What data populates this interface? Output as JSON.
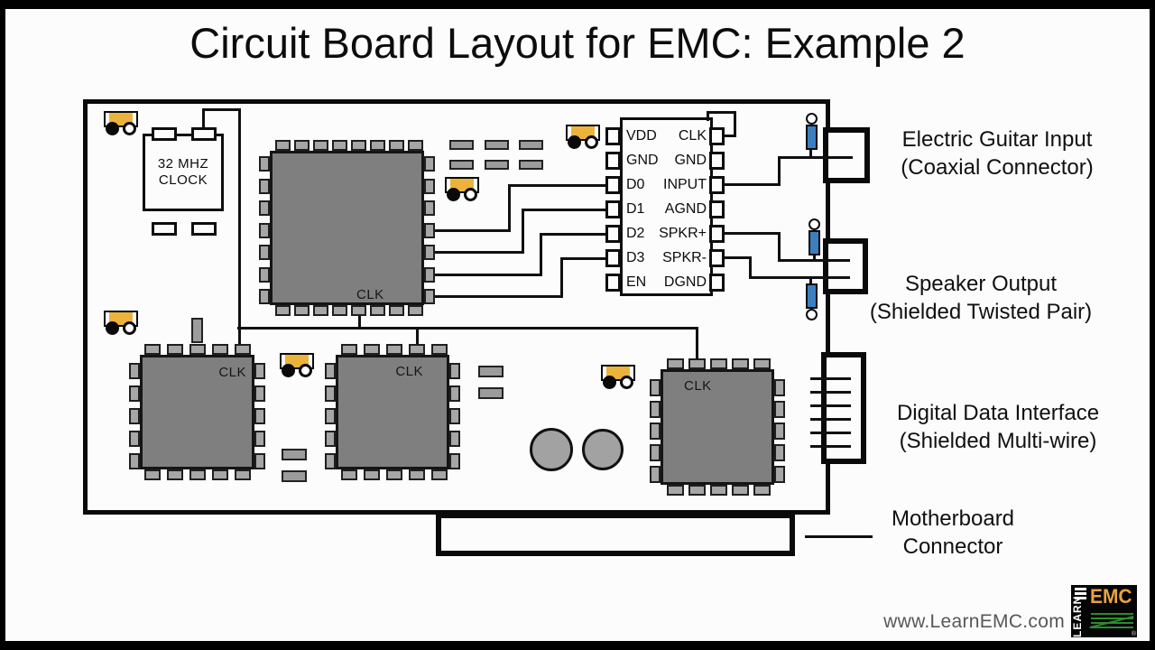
{
  "title": "Circuit Board Layout for EMC: Example 2",
  "board": {
    "clock_module": {
      "line1": "32 MHZ",
      "line2": "CLOCK"
    },
    "ic_clk_label": "CLK",
    "dsp_pins": [
      {
        "left": "VDD",
        "right": "CLK"
      },
      {
        "left": "GND",
        "right": "GND"
      },
      {
        "left": "D0",
        "right": "INPUT"
      },
      {
        "left": "D1",
        "right": "AGND"
      },
      {
        "left": "D2",
        "right": "SPKR+"
      },
      {
        "left": "D3",
        "right": "SPKR-"
      },
      {
        "left": "EN",
        "right": "DGND"
      }
    ]
  },
  "annotations": {
    "guitar": {
      "line1": "Electric Guitar Input",
      "line2": "(Coaxial Connector)"
    },
    "speaker": {
      "line1": "Speaker Output",
      "line2": "(Shielded Twisted Pair)"
    },
    "digital": {
      "line1": "Digital Data Interface",
      "line2": "(Shielded Multi-wire)"
    },
    "motherboard": {
      "line1": "Motherboard",
      "line2": "Connector"
    }
  },
  "footer": {
    "url": "www.LearnEMC.com"
  },
  "logo": {
    "vertical": "LEARN",
    "main": "EMC",
    "registered": "®"
  },
  "colors": {
    "ic_body": "#7f7f7f",
    "pad": "#a6a6a6",
    "wire": "#101010",
    "cap_yellow": "#ecb33c",
    "ferrite_blue": "#3d7ebf",
    "logo_orange": "#e8a33d",
    "logo_green": "#2e8b2e"
  }
}
